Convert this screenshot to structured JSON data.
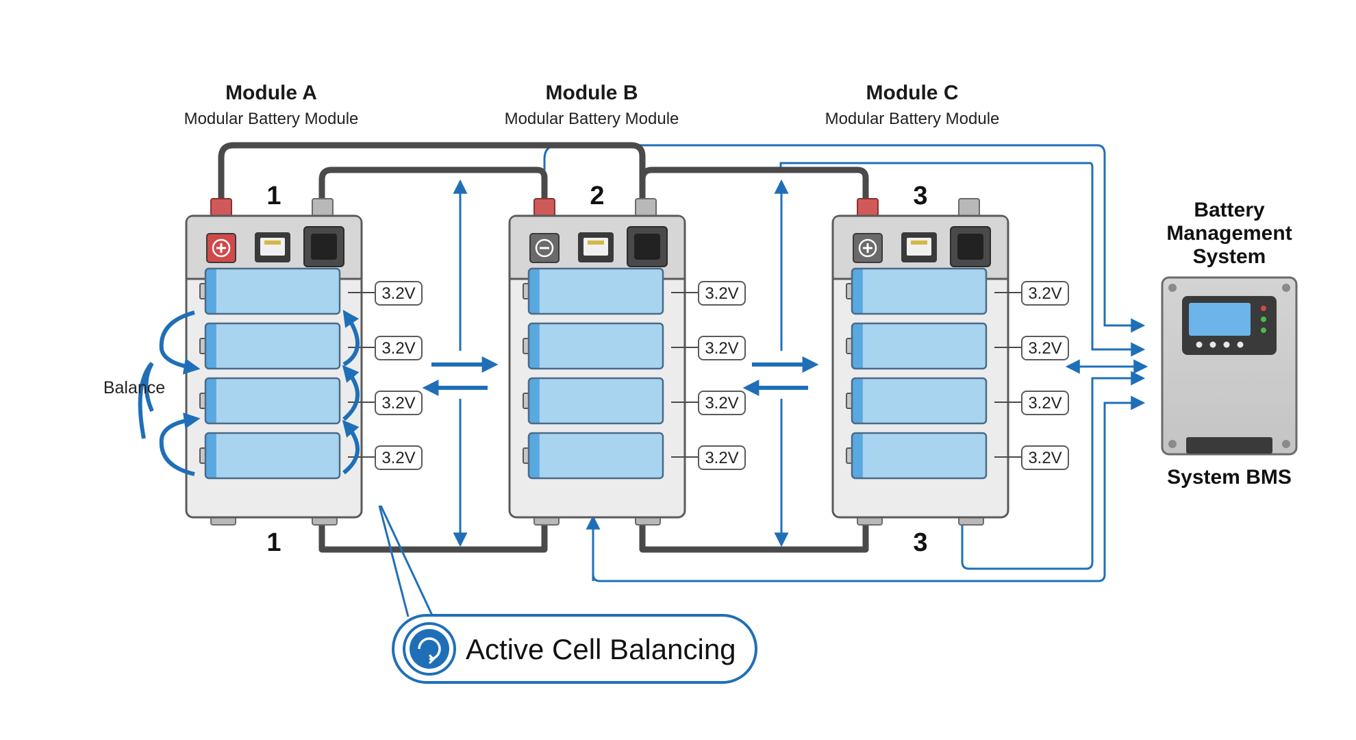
{
  "modules": [
    {
      "title": "Module A",
      "subtitle": "Modular Battery Module",
      "top_number": "1",
      "bottom_number": "1",
      "terminal": "plus",
      "cells": [
        "3.2V",
        "3.2V",
        "3.2V",
        "3.2V"
      ]
    },
    {
      "title": "Module B",
      "subtitle": "Modular Battery Module",
      "top_number": "2",
      "bottom_number": "",
      "terminal": "minus",
      "cells": [
        "3.2V",
        "3.2V",
        "3.2V",
        "3.2V"
      ]
    },
    {
      "title": "Module C",
      "subtitle": "Modular Battery Module",
      "top_number": "3",
      "bottom_number": "3",
      "terminal": "plus",
      "cells": [
        "3.2V",
        "3.2V",
        "3.2V",
        "3.2V"
      ]
    }
  ],
  "balance_label": "Balance",
  "bms": {
    "title_lines": [
      "Battery",
      "Management",
      "System"
    ],
    "label": "System BMS"
  },
  "callout": {
    "label": "Active Cell Balancing"
  },
  "colors": {
    "accent_blue": "#1f6fb8",
    "cell_fill": "#a8d4f0",
    "cable": "#4a4a4a",
    "positive_terminal": "#d04a4a"
  }
}
